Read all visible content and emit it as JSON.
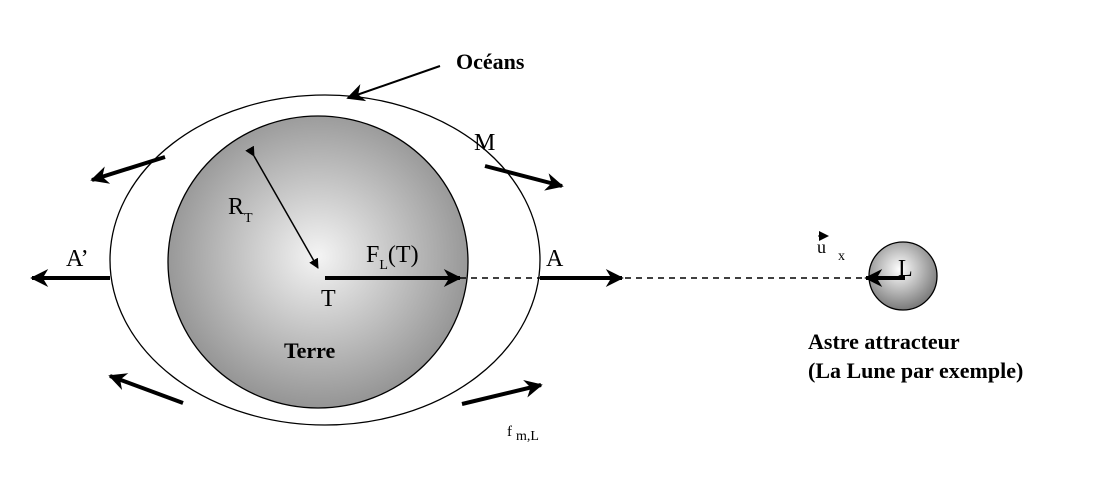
{
  "labels": {
    "oceans": "Océans",
    "m": "M",
    "r": "R",
    "r_sub": "T",
    "f": "F",
    "f_sub": "L",
    "f_arg": "(T)",
    "a_prime": "A’",
    "a": "A",
    "t": "T",
    "terre": "Terre",
    "u": "u",
    "u_sub": "x",
    "l": "L",
    "astre_line1": "Astre attracteur",
    "astre_line2": "(La Lune par exemple)",
    "f_small": "f",
    "f_small_sub": "m,L"
  },
  "colors": {
    "stroke": "#000000",
    "earth_center": "#f4f4f4",
    "earth_edge": "#8f8f8f",
    "moon_center": "#ffffff",
    "moon_edge": "#7a7a7a"
  }
}
